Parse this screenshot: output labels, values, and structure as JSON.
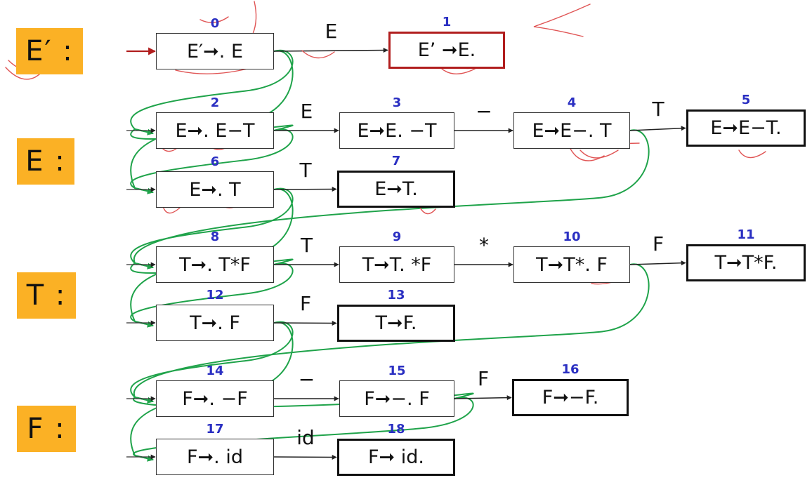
{
  "nonterminals": [
    {
      "id": "ep",
      "label": "E′ :"
    },
    {
      "id": "e",
      "label": "E :"
    },
    {
      "id": "t",
      "label": "T :"
    },
    {
      "id": "f",
      "label": "F :"
    }
  ],
  "items": [
    {
      "num": "0",
      "text": "E′➞. E",
      "final": false,
      "accept": false
    },
    {
      "num": "1",
      "text": "E’ ➞E.",
      "final": true,
      "accept": true
    },
    {
      "num": "2",
      "text": "E➞. E−T",
      "final": false,
      "accept": false
    },
    {
      "num": "3",
      "text": "E➞E. −T",
      "final": false,
      "accept": false
    },
    {
      "num": "4",
      "text": "E➞E−. T",
      "final": false,
      "accept": false
    },
    {
      "num": "5",
      "text": "E➞E−T.",
      "final": true,
      "accept": false
    },
    {
      "num": "6",
      "text": "E➞. T",
      "final": false,
      "accept": false
    },
    {
      "num": "7",
      "text": "E➞T.",
      "final": true,
      "accept": false
    },
    {
      "num": "8",
      "text": "T➞. T*F",
      "final": false,
      "accept": false
    },
    {
      "num": "9",
      "text": "T➞T. *F",
      "final": false,
      "accept": false
    },
    {
      "num": "10",
      "text": "T➞T*. F",
      "final": false,
      "accept": false
    },
    {
      "num": "11",
      "text": "T➞T*F.",
      "final": true,
      "accept": false
    },
    {
      "num": "12",
      "text": "T➞. F",
      "final": false,
      "accept": false
    },
    {
      "num": "13",
      "text": "T➞F.",
      "final": true,
      "accept": false
    },
    {
      "num": "14",
      "text": "F➞. −F",
      "final": false,
      "accept": false
    },
    {
      "num": "15",
      "text": "F➞−. F",
      "final": false,
      "accept": false
    },
    {
      "num": "16",
      "text": "F➞−F.",
      "final": true,
      "accept": false
    },
    {
      "num": "17",
      "text": "F➞. id",
      "final": false,
      "accept": false
    },
    {
      "num": "18",
      "text": "F➞ id.",
      "final": true,
      "accept": false
    }
  ],
  "transitions": [
    {
      "from": "0",
      "to": "1",
      "label": "E"
    },
    {
      "from": "2",
      "to": "3",
      "label": "E"
    },
    {
      "from": "3",
      "to": "4",
      "label": "−"
    },
    {
      "from": "4",
      "to": "5",
      "label": "T"
    },
    {
      "from": "6",
      "to": "7",
      "label": "T"
    },
    {
      "from": "8",
      "to": "9",
      "label": "T"
    },
    {
      "from": "9",
      "to": "10",
      "label": "*"
    },
    {
      "from": "10",
      "to": "11",
      "label": "F"
    },
    {
      "from": "12",
      "to": "13",
      "label": "F"
    },
    {
      "from": "14",
      "to": "15",
      "label": "−"
    },
    {
      "from": "15",
      "to": "16",
      "label": "F"
    },
    {
      "from": "17",
      "to": "18",
      "label": "id"
    }
  ],
  "epsilon_links": [
    {
      "from": "0",
      "to": "2"
    },
    {
      "from": "0",
      "to": "6"
    },
    {
      "from": "2",
      "to": "2"
    },
    {
      "from": "2",
      "to": "6"
    },
    {
      "from": "4",
      "to": "8"
    },
    {
      "from": "6",
      "to": "8"
    },
    {
      "from": "6",
      "to": "12"
    },
    {
      "from": "8",
      "to": "8"
    },
    {
      "from": "8",
      "to": "12"
    },
    {
      "from": "10",
      "to": "14"
    },
    {
      "from": "12",
      "to": "14"
    },
    {
      "from": "12",
      "to": "17"
    },
    {
      "from": "15",
      "to": "14"
    },
    {
      "from": "15",
      "to": "17"
    }
  ],
  "colors": {
    "nonterminal_bg": "#fbb125",
    "state_number": "#2a2fc2",
    "epsilon_link": "#1fa34a",
    "start_arrow": "#b11e1e",
    "accept_border": "#b11e1e",
    "annotation_ink": "#e05555"
  }
}
